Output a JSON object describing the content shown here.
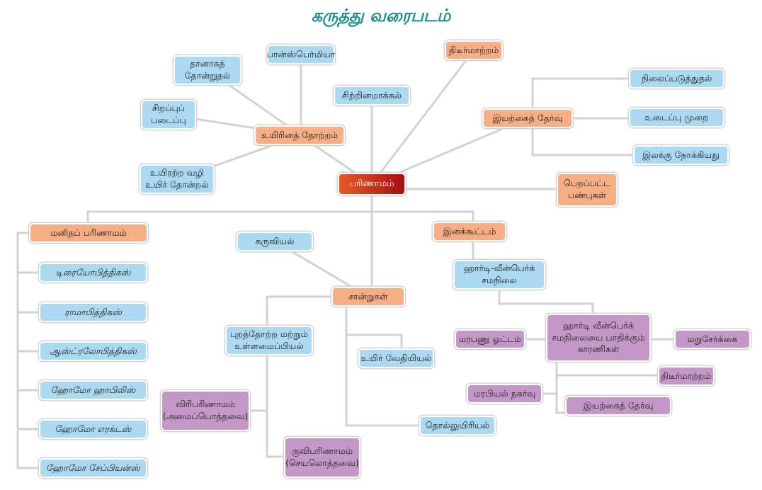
{
  "title": "கருத்து வரைபடம்",
  "center": "பரிணாமம்",
  "origin": {
    "label": "உயிரினத் தோற்றம்",
    "children": [
      "பான்ஸ்பெர்மியா",
      "தானாகத்\nதோன்றுதல்",
      "சிறப்புப்\nபடைப்பு",
      "உயிரற்ற வழி\nஉயிர் தோன்றல்"
    ]
  },
  "speciation": "சிற்றினமாக்கல்",
  "mutation": "திடீர்மாற்றம்",
  "natural_selection": {
    "label": "இயற்கைத் தேர்வு",
    "children": [
      "நிலைப்படுத்துதல்",
      "உடைப்பு முறை",
      "இலக்கு நோக்கியது"
    ]
  },
  "acquired": "பெறப்பட்ட\nபண்புகள்",
  "human": {
    "label": "மனிதப் பரிணாமம்",
    "children": [
      "டிரையோபித்திகஸ்",
      "ராமாபித்திகஸ்",
      "ஆஸ்ட்ரலோபித்திகஸ்",
      "ஹோமோ ஹாபிலிஸ்",
      "ஹோமோ எரக்டஸ்",
      "ஹோமோ சேப்பியன்ஸ்"
    ]
  },
  "evidence": {
    "label": "சான்றுகள்",
    "embryology": "கருவியல்",
    "morphology": "புறத்தோற்ற மற்றும்\nஉள்ளமைப்பியல்",
    "biochem": "உயிர் வேதியியல்",
    "paleo": "தொல்லுயிரியல்",
    "divergent": "விரிபரிணாமம்\n(அமைப்பொத்தவை)",
    "convergent": "குவிபரிணாமம்\n(செயலொத்தவை)"
  },
  "population": {
    "label": "இனக்கூட்டம்",
    "hw": "ஹார்டி-வீன்பெர்க்\nசமநிலை",
    "factors": "ஹார்டி வீன்பெர்க்\nசமநிலையை பாதிக்கும்\nகாரணிகள்",
    "gene_flow": "மரபணு ஓட்டம்",
    "recombination": "மறுசேர்க்கை",
    "mutation": "திடீர்மாற்றம்",
    "drift": "மரபியல் நகர்வு",
    "selection": "இயற்கைத் தேர்வு"
  }
}
